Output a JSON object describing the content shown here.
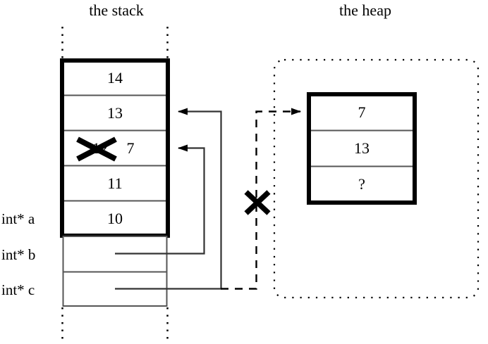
{
  "figure": {
    "title_stack": "the stack",
    "title_heap": "the heap"
  },
  "stack": {
    "label": "the stack",
    "array_cells": [
      {
        "value": "14",
        "struck": false
      },
      {
        "value": "13",
        "struck": false
      },
      {
        "value": "12",
        "struck": true,
        "replacement": "7"
      },
      {
        "value": "11",
        "struck": false
      },
      {
        "value": "10",
        "struck": false
      }
    ],
    "variables": [
      {
        "name": "int* a",
        "cell_value": "10"
      },
      {
        "name": "int* b",
        "cell_value": ""
      },
      {
        "name": "int* c",
        "cell_value": ""
      }
    ]
  },
  "heap": {
    "label": "the heap",
    "cells": [
      {
        "value": "7"
      },
      {
        "value": "13"
      },
      {
        "value": "?"
      }
    ]
  },
  "annotations": {
    "cross_out_stack_cell": "X",
    "cross_out_pointer_c": "X"
  },
  "pointers": [
    {
      "from": "int* b",
      "to": "stack-cell-12",
      "style": "solid"
    },
    {
      "from": "int* c",
      "to": "stack-cell-13",
      "style": "solid"
    },
    {
      "from": "int* c",
      "to": "heap-cell-7",
      "style": "dashed",
      "invalidated": true
    }
  ],
  "colors": {
    "ink": "#000000",
    "background": "#ffffff",
    "thin_line": "#444444"
  }
}
